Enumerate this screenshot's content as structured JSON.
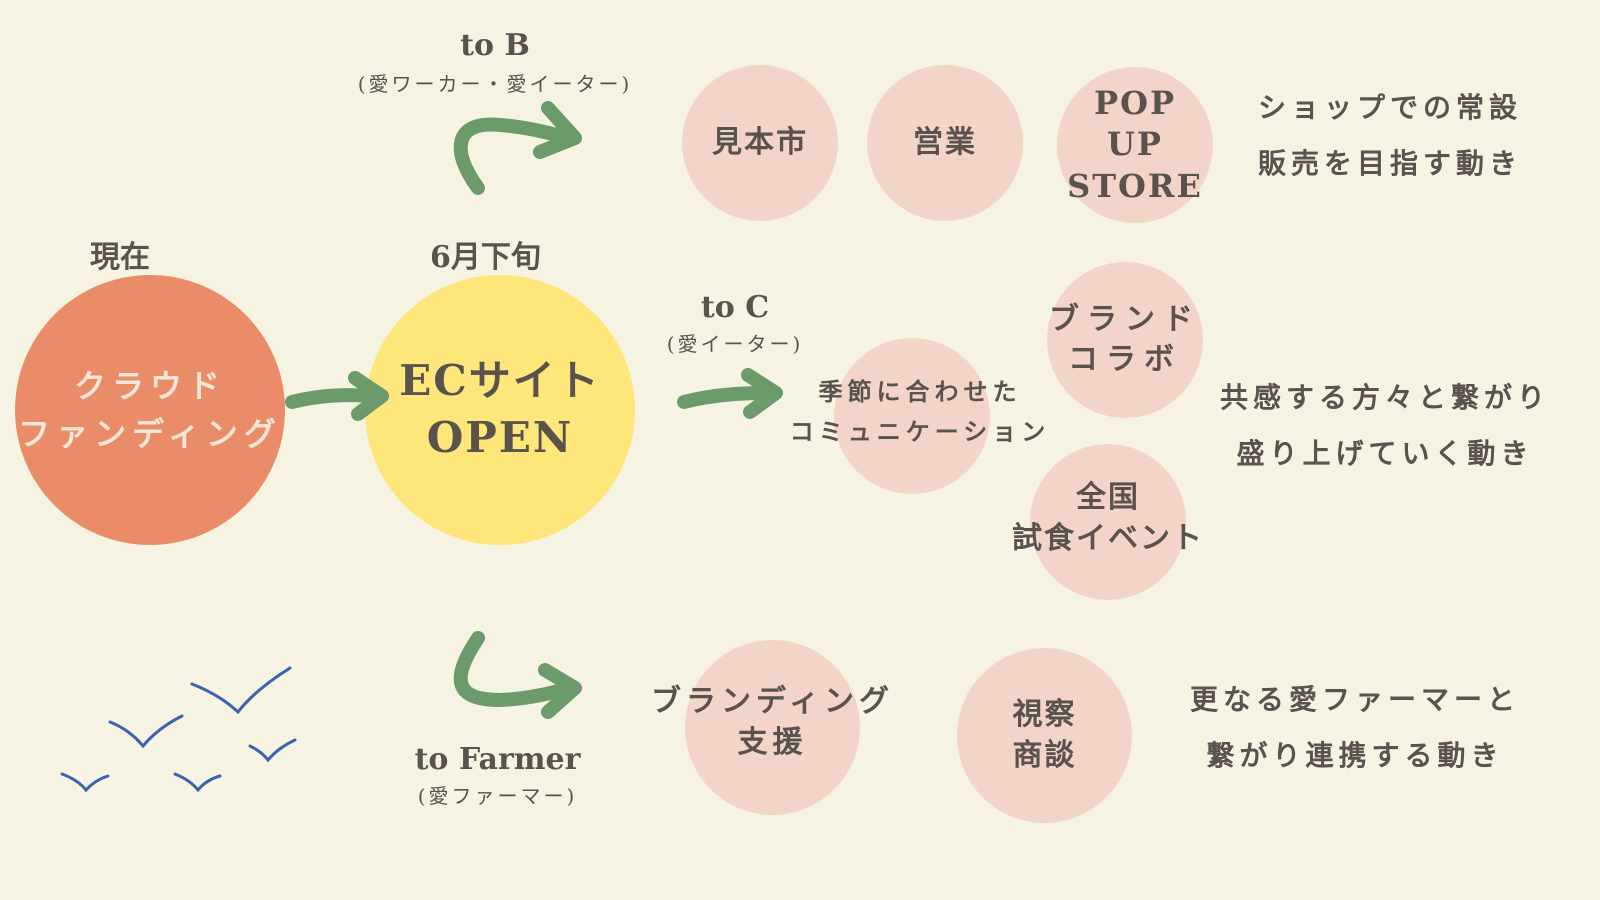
{
  "colors": {
    "background": "#f7f3e3",
    "orange": "#ea8c67",
    "yellow": "#fde67a",
    "pink": "#f2d5c8",
    "arrow": "#6b9a6b",
    "birds": "#3a64b0"
  },
  "now": {
    "heading": "現在",
    "label_lines": [
      "クラウド",
      "ファンディング"
    ]
  },
  "late_june": {
    "heading": "6月下旬",
    "label_lines": [
      "ECサイト",
      "OPEN"
    ]
  },
  "to_b": {
    "title": "to B",
    "subtitle": "(愛ワーカー・愛イーター)",
    "items": [
      "見本市",
      "営業",
      "POP UP STORE"
    ],
    "description": [
      "ショップでの常設",
      "販売を目指す動き"
    ]
  },
  "to_c": {
    "title": "to C",
    "subtitle": "(愛イーター)",
    "items": [
      [
        "季節に合わせた",
        "コミュニケーション"
      ],
      [
        "ブランド",
        "コラボ"
      ],
      [
        "全国",
        "試食イベント"
      ]
    ],
    "description": [
      "共感する方々と繋がり",
      "盛り上げていく動き"
    ]
  },
  "to_farmer": {
    "title": "to Farmer",
    "subtitle": "(愛ファーマー)",
    "items": [
      [
        "ブランディング",
        "支援"
      ],
      [
        "視察",
        "商談"
      ]
    ],
    "description": [
      "更なる愛ファーマーと",
      "繋がり連携する動き"
    ]
  }
}
